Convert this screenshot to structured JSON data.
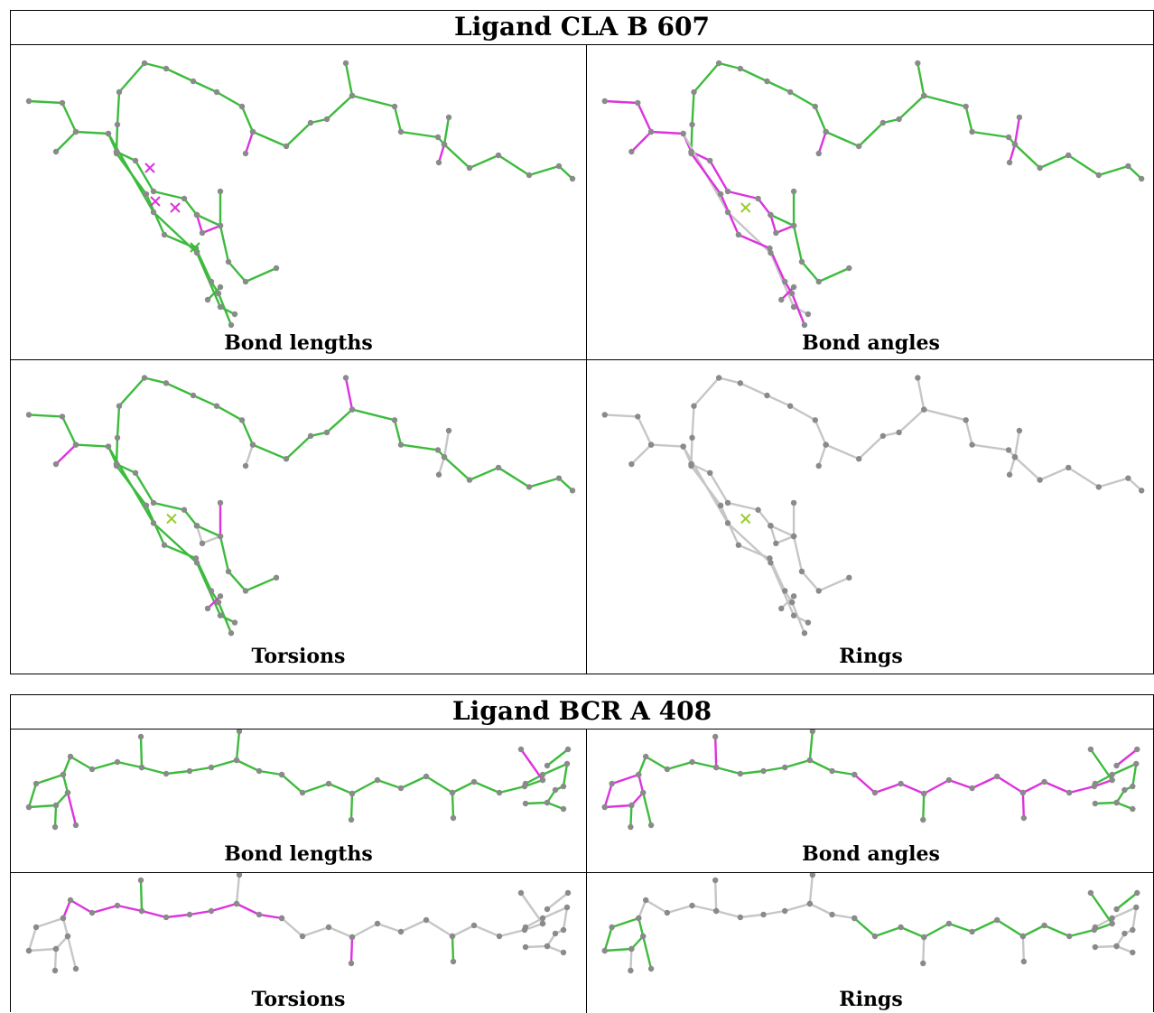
{
  "colors": {
    "ok": "#3dbb3d",
    "outlier": "#dd33dd",
    "neutral": "#c6c6c6",
    "atom": "#8a8a8a"
  },
  "ligands": [
    {
      "title": "Ligand CLA B 607",
      "panels": [
        {
          "caption": "Bond lengths",
          "chain_colors": [
            "#3dbb3d",
            "#3dbb3d",
            "#3dbb3d",
            "#3dbb3d",
            "#dd33dd",
            "#3dbb3d",
            "#dd33dd",
            "#3dbb3d"
          ],
          "marker_colors": [
            "#dd33dd",
            "#dd33dd",
            "#dd33dd",
            "#3dbb3d"
          ]
        },
        {
          "caption": "Bond angles",
          "chain_colors": [
            "#dd33dd",
            "#dd33dd",
            "#3dbb3d",
            "#3dbb3d",
            "#dd33dd",
            "#dd33dd",
            "#dd33dd",
            "#c6c6c6"
          ],
          "marker_colors": [
            "#9acd32"
          ]
        },
        {
          "caption": "Torsions",
          "chain_colors": [
            "#3dbb3d",
            "#dd33dd",
            "#3dbb3d",
            "#dd33dd",
            "#c6c6c6",
            "#c6c6c6",
            "#c6c6c6",
            "#3dbb3d"
          ],
          "marker_colors": [
            "#9acd32"
          ]
        },
        {
          "caption": "Rings",
          "chain_colors": [
            "#c6c6c6",
            "#c6c6c6",
            "#c6c6c6",
            "#c6c6c6",
            "#c6c6c6",
            "#c6c6c6",
            "#c6c6c6",
            "#c6c6c6"
          ],
          "marker_colors": [
            "#9acd32"
          ]
        }
      ]
    },
    {
      "title": "Ligand BCR A 408",
      "panels": [
        {
          "caption": "Bond lengths",
          "chain_colors": [
            "#3dbb3d",
            "#3dbb3d",
            "#3dbb3d",
            "#3dbb3d",
            "#dd33dd",
            "#3dbb3d"
          ]
        },
        {
          "caption": "Bond angles",
          "chain_colors": [
            "#dd33dd",
            "#3dbb3d",
            "#dd33dd",
            "#3dbb3d",
            "#3dbb3d",
            "#3dbb3d"
          ]
        },
        {
          "caption": "Torsions",
          "chain_colors": [
            "#c6c6c6",
            "#dd33dd",
            "#3dbb3d",
            "#c6c6c6",
            "#c6c6c6",
            "#c6c6c6"
          ]
        },
        {
          "caption": "Rings",
          "chain_colors": [
            "#3dbb3d",
            "#c6c6c6",
            "#c6c6c6",
            "#c6c6c6",
            "#3dbb3d",
            "#c6c6c6"
          ]
        }
      ]
    }
  ]
}
